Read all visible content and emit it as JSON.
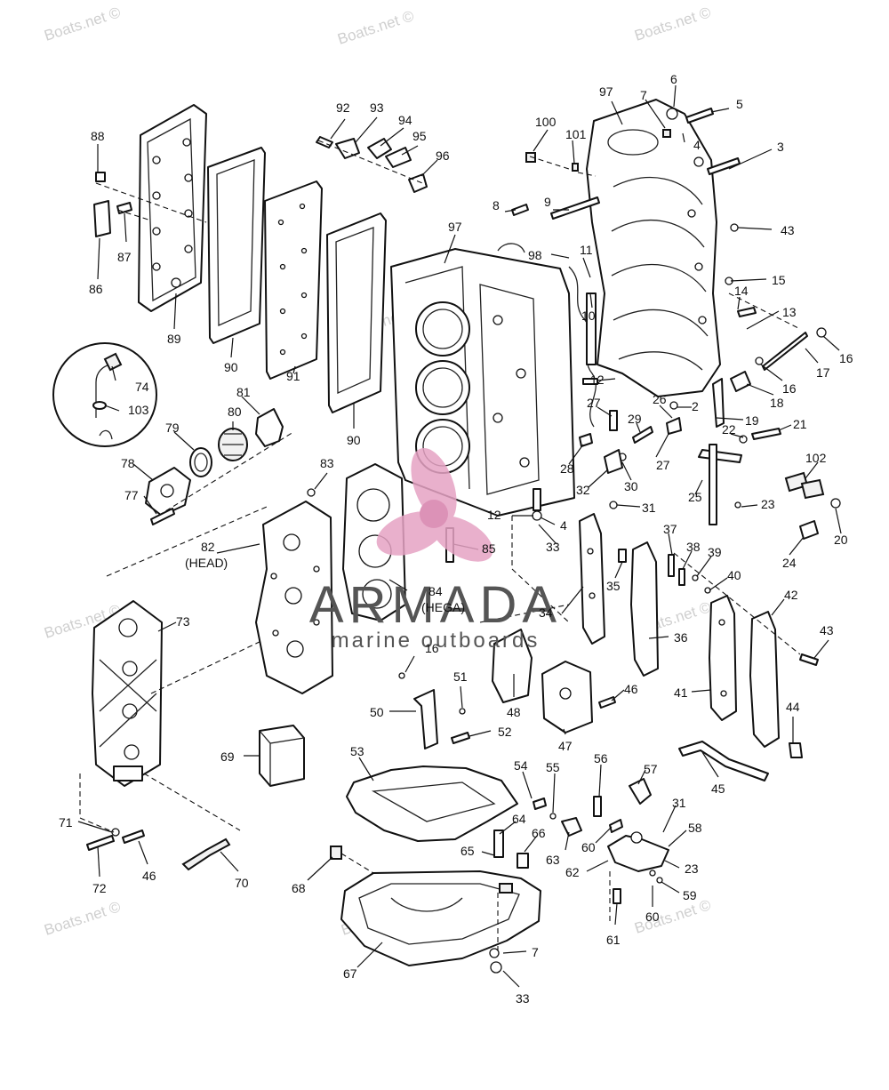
{
  "watermark": "Boats.net ©",
  "brand": {
    "name": "ARMADA",
    "tagline": "marine outboards",
    "logo_color": "#e6a3c4"
  },
  "callouts": [
    {
      "id": "c3",
      "text": "3"
    },
    {
      "id": "c4a",
      "text": "4"
    },
    {
      "id": "c5",
      "text": "5"
    },
    {
      "id": "c6",
      "text": "6"
    },
    {
      "id": "c7a",
      "text": "7"
    },
    {
      "id": "c97a",
      "text": "97"
    },
    {
      "id": "c100",
      "text": "100"
    },
    {
      "id": "c101",
      "text": "101"
    },
    {
      "id": "c92",
      "text": "92"
    },
    {
      "id": "c93",
      "text": "93"
    },
    {
      "id": "c94",
      "text": "94"
    },
    {
      "id": "c95",
      "text": "95"
    },
    {
      "id": "c96",
      "text": "96"
    },
    {
      "id": "c88",
      "text": "88"
    },
    {
      "id": "c87",
      "text": "87"
    },
    {
      "id": "c86",
      "text": "86"
    },
    {
      "id": "c89",
      "text": "89"
    },
    {
      "id": "c90a",
      "text": "90"
    },
    {
      "id": "c91",
      "text": "91"
    },
    {
      "id": "c90b",
      "text": "90"
    },
    {
      "id": "c97b",
      "text": "97"
    },
    {
      "id": "c8",
      "text": "8"
    },
    {
      "id": "c9",
      "text": "9"
    },
    {
      "id": "c98",
      "text": "98"
    },
    {
      "id": "c11",
      "text": "11"
    },
    {
      "id": "c10",
      "text": "10"
    },
    {
      "id": "c43a",
      "text": "43"
    },
    {
      "id": "c15",
      "text": "15"
    },
    {
      "id": "c14",
      "text": "14"
    },
    {
      "id": "c13",
      "text": "13"
    },
    {
      "id": "c16a",
      "text": "16"
    },
    {
      "id": "c17",
      "text": "17"
    },
    {
      "id": "c16b",
      "text": "16"
    },
    {
      "id": "c18",
      "text": "18"
    },
    {
      "id": "c12a",
      "text": "12"
    },
    {
      "id": "c2",
      "text": "2"
    },
    {
      "id": "c26",
      "text": "26"
    },
    {
      "id": "c19",
      "text": "19"
    },
    {
      "id": "c21",
      "text": "21"
    },
    {
      "id": "c22",
      "text": "22"
    },
    {
      "id": "c27a",
      "text": "27"
    },
    {
      "id": "c29",
      "text": "29"
    },
    {
      "id": "c27b",
      "text": "27"
    },
    {
      "id": "c28",
      "text": "28"
    },
    {
      "id": "c32",
      "text": "32"
    },
    {
      "id": "c30",
      "text": "30"
    },
    {
      "id": "c102",
      "text": "102"
    },
    {
      "id": "c25",
      "text": "25"
    },
    {
      "id": "c23a",
      "text": "23"
    },
    {
      "id": "c31a",
      "text": "31"
    },
    {
      "id": "c20",
      "text": "20"
    },
    {
      "id": "c24",
      "text": "24"
    },
    {
      "id": "c12b",
      "text": "12"
    },
    {
      "id": "c4b",
      "text": "4"
    },
    {
      "id": "c33a",
      "text": "33"
    },
    {
      "id": "c85",
      "text": "85"
    },
    {
      "id": "c37",
      "text": "37"
    },
    {
      "id": "c38",
      "text": "38"
    },
    {
      "id": "c39",
      "text": "39"
    },
    {
      "id": "c40",
      "text": "40"
    },
    {
      "id": "c35",
      "text": "35"
    },
    {
      "id": "c34",
      "text": "34"
    },
    {
      "id": "c36",
      "text": "36"
    },
    {
      "id": "c42",
      "text": "42"
    },
    {
      "id": "c43b",
      "text": "43"
    },
    {
      "id": "c41",
      "text": "41"
    },
    {
      "id": "c74",
      "text": "74"
    },
    {
      "id": "c103",
      "text": "103"
    },
    {
      "id": "c81",
      "text": "81"
    },
    {
      "id": "c80",
      "text": "80"
    },
    {
      "id": "c79",
      "text": "79"
    },
    {
      "id": "c78",
      "text": "78"
    },
    {
      "id": "c77",
      "text": "77"
    },
    {
      "id": "c83",
      "text": "83"
    },
    {
      "id": "c82",
      "text": "82"
    },
    {
      "id": "c82b",
      "text": "(HEAD)"
    },
    {
      "id": "c84",
      "text": "84"
    },
    {
      "id": "c84b",
      "text": "(HEGA)"
    },
    {
      "id": "c73",
      "text": "73"
    },
    {
      "id": "c16c",
      "text": "16"
    },
    {
      "id": "c51",
      "text": "51"
    },
    {
      "id": "c50",
      "text": "50"
    },
    {
      "id": "c48",
      "text": "48"
    },
    {
      "id": "c52",
      "text": "52"
    },
    {
      "id": "c46a",
      "text": "46"
    },
    {
      "id": "c47",
      "text": "47"
    },
    {
      "id": "c44",
      "text": "44"
    },
    {
      "id": "c45",
      "text": "45"
    },
    {
      "id": "c69",
      "text": "69"
    },
    {
      "id": "c53",
      "text": "53"
    },
    {
      "id": "c54",
      "text": "54"
    },
    {
      "id": "c55",
      "text": "55"
    },
    {
      "id": "c56",
      "text": "56"
    },
    {
      "id": "c57",
      "text": "57"
    },
    {
      "id": "c64",
      "text": "64"
    },
    {
      "id": "c66",
      "text": "66"
    },
    {
      "id": "c65",
      "text": "65"
    },
    {
      "id": "c60a",
      "text": "60"
    },
    {
      "id": "c63",
      "text": "63"
    },
    {
      "id": "c31b",
      "text": "31"
    },
    {
      "id": "c58",
      "text": "58"
    },
    {
      "id": "c62",
      "text": "62"
    },
    {
      "id": "c23b",
      "text": "23"
    },
    {
      "id": "c59",
      "text": "59"
    },
    {
      "id": "c60b",
      "text": "60"
    },
    {
      "id": "c61",
      "text": "61"
    },
    {
      "id": "c71",
      "text": "71"
    },
    {
      "id": "c72",
      "text": "72"
    },
    {
      "id": "c46b",
      "text": "46"
    },
    {
      "id": "c70",
      "text": "70"
    },
    {
      "id": "c68",
      "text": "68"
    },
    {
      "id": "c67",
      "text": "67"
    },
    {
      "id": "c7b",
      "text": "7"
    },
    {
      "id": "c33b",
      "text": "33"
    }
  ]
}
